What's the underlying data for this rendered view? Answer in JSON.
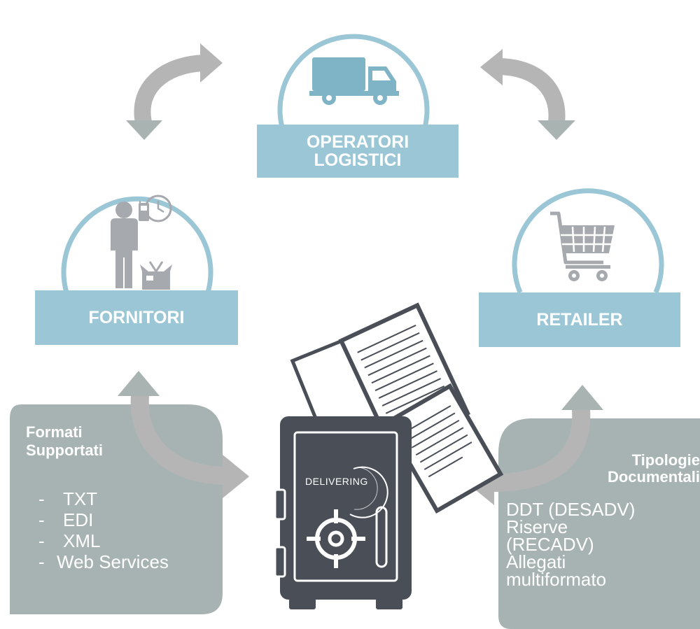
{
  "nodes": {
    "operatori": {
      "label": "OPERATORI\nLOGISTICI"
    },
    "fornitori": {
      "label": "FORNITORI"
    },
    "retailer": {
      "label": "RETAILER"
    }
  },
  "safe": {
    "brand": "DELIVERING"
  },
  "formats": {
    "title": "Formati\nSupportati",
    "items": [
      {
        "bullet": "-",
        "text": "TXT"
      },
      {
        "bullet": "-",
        "text": "EDI"
      },
      {
        "bullet": "-",
        "text": "XML"
      },
      {
        "bullet": "-",
        "text": "Web Services"
      }
    ]
  },
  "doc_types": {
    "title": "Tipologie\nDocumentali",
    "items": [
      "DDT (DESADV)",
      "Riserve",
      "(RECADV)",
      "Allegati",
      "multiformato"
    ]
  },
  "colors": {
    "node_blue": "#9ac6d5",
    "arrow_gray": "#b5b5b5",
    "box_gray": "#a7b3b2",
    "safe_dark": "#4a4f57",
    "icon_gray": "#a6aaaf",
    "icon_blue": "#7fb4c7"
  }
}
